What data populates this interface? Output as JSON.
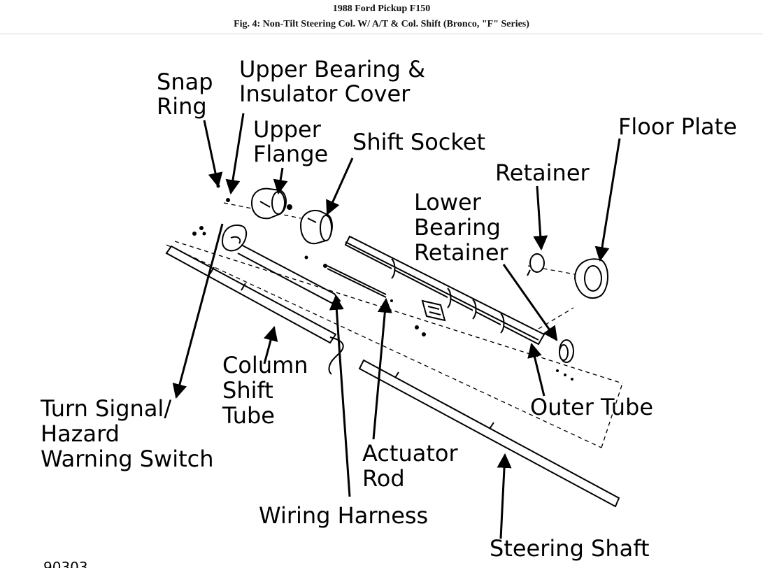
{
  "header": {
    "title": "1988 Ford Pickup F150",
    "figure_caption": "Fig. 4: Non-Tilt Steering Col. W/ A/T & Col. Shift (Bronco, \"F\" Series)"
  },
  "labels": {
    "snap_ring": [
      "Snap",
      "Ring"
    ],
    "upper_bearing": [
      "Upper Bearing &",
      "Insulator Cover"
    ],
    "upper_flange": [
      "Upper",
      "Flange"
    ],
    "shift_socket": "Shift Socket",
    "floor_plate": "Floor Plate",
    "retainer": "Retainer",
    "lower_bearing_retainer": [
      "Lower",
      "Bearing",
      "Retainer"
    ],
    "column_shift_tube": [
      "Column",
      "Shift",
      "Tube"
    ],
    "turn_signal": [
      "Turn Signal/",
      "Hazard",
      "Warning Switch"
    ],
    "outer_tube": "Outer Tube",
    "actuator_rod": [
      "Actuator",
      "Rod"
    ],
    "wiring_harness": "Wiring Harness",
    "steering_shaft": "Steering Shaft",
    "figure_code": "90303"
  },
  "colors": {
    "ink": "#000000",
    "background": "#ffffff",
    "header_rule": "#d9d9d9"
  }
}
